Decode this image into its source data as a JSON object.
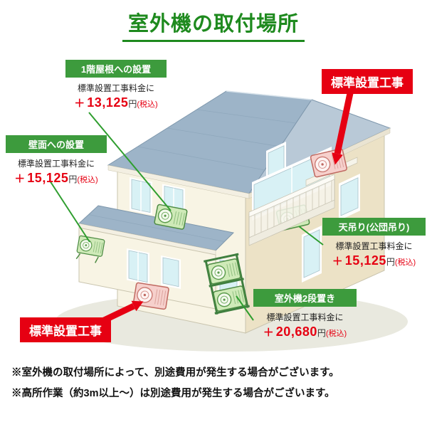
{
  "title": "室外機の取付場所",
  "badges": {
    "top": "標準設置工事",
    "bottom": "標準設置工事"
  },
  "callouts": {
    "roof1f": {
      "heading": "1階屋根への設置",
      "body": "標準設置工事料金に",
      "plus": "＋",
      "amount": "13,125",
      "yen": "円",
      "tax": "(税込)"
    },
    "wall": {
      "heading": "壁面への設置",
      "body": "標準設置工事料金に",
      "plus": "＋",
      "amount": "15,125",
      "yen": "円",
      "tax": "(税込)"
    },
    "ceiling": {
      "heading": "天吊り(公団吊り)",
      "body": "標準設置工事料金に",
      "plus": "＋",
      "amount": "15,125",
      "yen": "円",
      "tax": "(税込)"
    },
    "two_tier": {
      "heading": "室外機2段置き",
      "body": "標準設置工事料金に",
      "plus": "＋",
      "amount": "20,680",
      "yen": "円",
      "tax": "(税込)"
    }
  },
  "notes": [
    "※室外機の取付場所によって、別途費用が発生する場合がございます。",
    "※高所作業（約3m以上～）は別途費用が発生する場合がございます。"
  ],
  "colors": {
    "title_green": "#1e8a1e",
    "callout_header_green": "#3d9b3d",
    "price_red": "#e60012",
    "badge_red": "#e60012",
    "leader_green": "#2f9e2f",
    "roof_blue_gray": "#9db4c8",
    "wall_cream": "#f8f4e4",
    "window_cyan": "#d8f1f5"
  }
}
